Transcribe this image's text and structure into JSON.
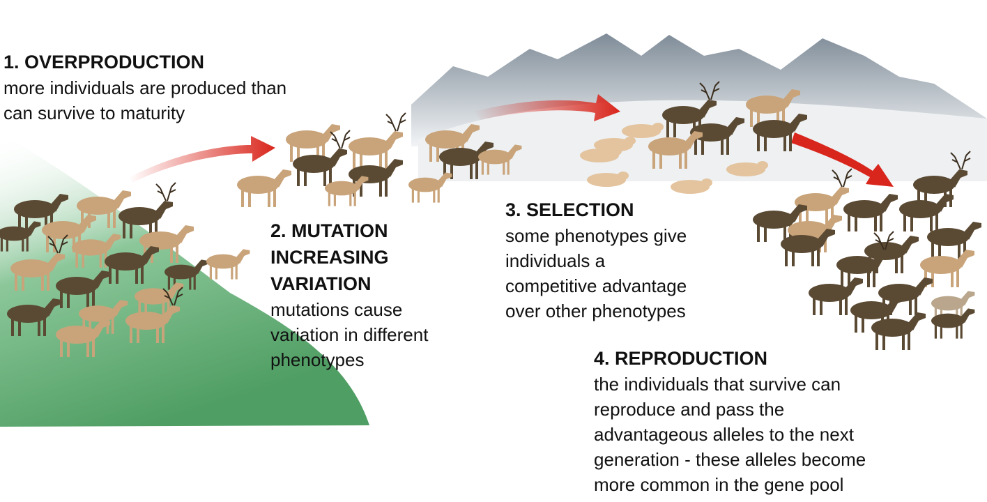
{
  "steps": [
    {
      "title": "1. OVERPRODUCTION",
      "lines": [
        "more individuals are produced than",
        "can survive to maturity"
      ]
    },
    {
      "title_lines": [
        "2. MUTATION",
        "INCREASING",
        "VARIATION"
      ],
      "lines": [
        "mutations cause",
        "variation in different",
        "phenotypes"
      ]
    },
    {
      "title": "3. SELECTION",
      "lines": [
        "some phenotypes give",
        "individuals a",
        "competitive advantage",
        "over other phenotypes"
      ]
    },
    {
      "title": "4. REPRODUCTION",
      "lines": [
        "the individuals that survive can",
        "reproduce and pass the",
        "advantageous alleles to the next",
        "generation  - these alleles become",
        "more common in the gene pool"
      ]
    }
  ],
  "colors": {
    "arrow": "#d9261c",
    "grass": "#4f9e63",
    "mountain": "#8f9ba6",
    "tan": "#c9a47a",
    "dark": "#5b4a33"
  }
}
